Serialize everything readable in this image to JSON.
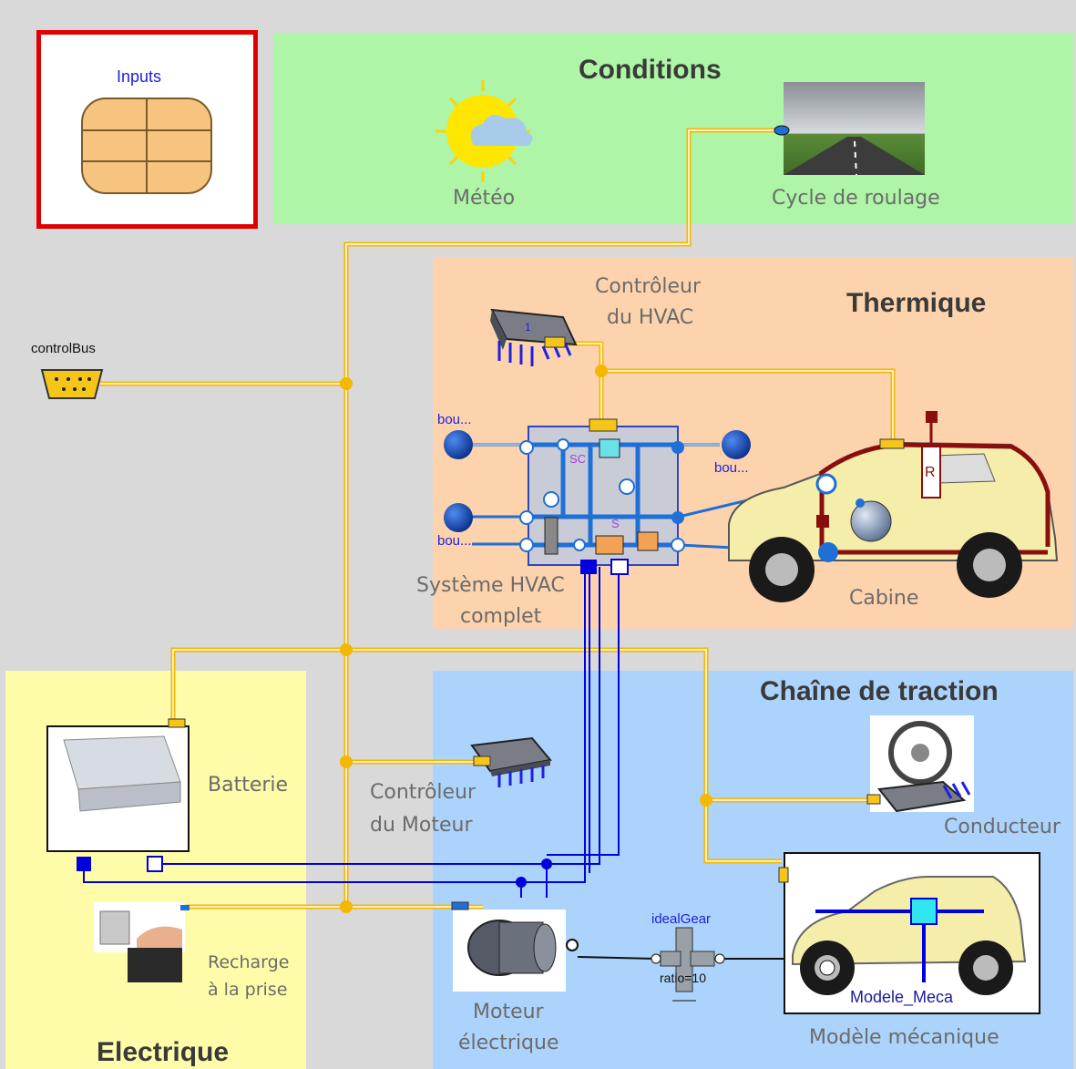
{
  "inputs_block": {
    "label": "Inputs"
  },
  "control_bus": {
    "label": "controlBus"
  },
  "regions": {
    "conditions": {
      "title": "Conditions",
      "color": "#aef5a7"
    },
    "thermique": {
      "title": "Thermique",
      "color": "#fcd3ad"
    },
    "traction": {
      "title": "Chaîne de traction",
      "color": "#acd3fb"
    },
    "electrique": {
      "title": "Electrique",
      "color": "#fefca9"
    }
  },
  "components": {
    "meteo": "Météo",
    "cycle": "Cycle de roulage",
    "hvac_ctrl_line1": "Contrôleur",
    "hvac_ctrl_line2": "du HVAC",
    "hvac_sys_line1": "Système HVAC",
    "hvac_sys_line2": "complet",
    "cabine": "Cabine",
    "batterie": "Batterie",
    "motor_ctrl_line1": "Contrôleur",
    "motor_ctrl_line2": "du Moteur",
    "conducteur": "Conducteur",
    "recharge_line1": "Recharge",
    "recharge_line2": "à la prise",
    "moteur_line1": "Moteur",
    "moteur_line2": "électrique",
    "modele_mecanique": "Modèle mécanique"
  },
  "tiny_labels": {
    "bou_top_left": "bou...",
    "bou_bottom_left": "bou...",
    "bou_right": "bou...",
    "sc": "SC",
    "s": "S",
    "r": "R",
    "ideal_gear": "idealGear",
    "ratio": "ratio=10",
    "modele_meca": "Modele_Meca",
    "chip_num": "1"
  },
  "colors": {
    "bus": "#f5b800",
    "fluid": "#1e6fd6",
    "electric": "#0000dd",
    "inputs_border": "#e00000"
  }
}
